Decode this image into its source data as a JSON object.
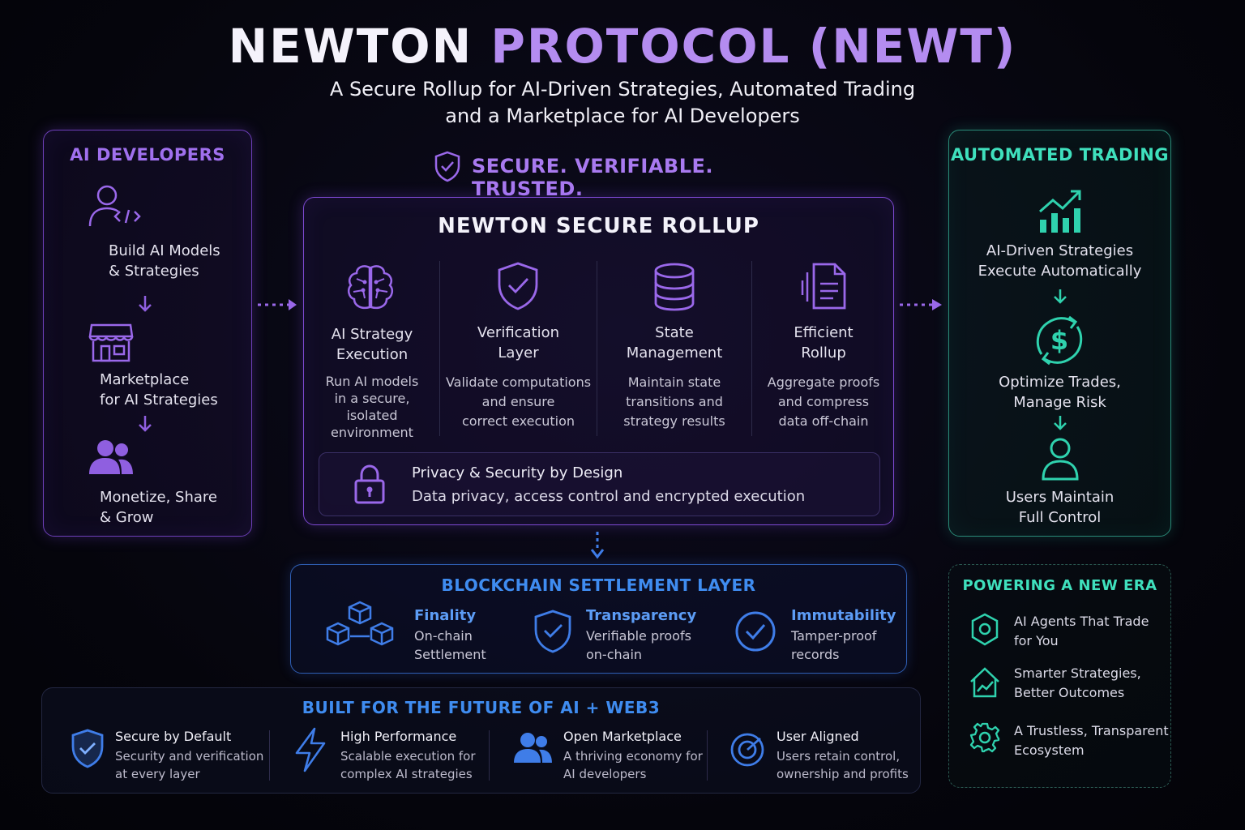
{
  "header": {
    "title_white": "NEWTON",
    "title_purple": "PROTOCOL (NEWT)",
    "subtitle_line1": "A Secure Rollup for AI-Driven Strategies, Automated Trading",
    "subtitle_line2": "and a Marketplace for AI Developers"
  },
  "tagline": "SECURE. VERIFIABLE. TRUSTED.",
  "ai_developers": {
    "heading": "AI DEVELOPERS",
    "steps": [
      {
        "line1": "Build AI Models",
        "line2": "& Strategies",
        "icon": "developer-code-icon"
      },
      {
        "line1": "Marketplace",
        "line2": "for AI Strategies",
        "icon": "storefront-icon"
      },
      {
        "line1": "Monetize, Share",
        "line2": "& Grow",
        "icon": "users-icon"
      }
    ]
  },
  "rollup": {
    "heading": "NEWTON SECURE ROLLUP",
    "columns": [
      {
        "title1": "AI Strategy",
        "title2": "Execution",
        "desc": [
          "Run AI models",
          "in a secure,",
          "isolated",
          "environment"
        ],
        "icon": "brain-icon"
      },
      {
        "title1": "Verification",
        "title2": "Layer",
        "desc": [
          "Validate computations",
          "and ensure",
          "correct execution"
        ],
        "icon": "shield-check-icon"
      },
      {
        "title1": "State",
        "title2": "Management",
        "desc": [
          "Maintain state",
          "transitions and",
          "strategy results"
        ],
        "icon": "database-icon"
      },
      {
        "title1": "Efficient",
        "title2": "Rollup",
        "desc": [
          "Aggregate proofs",
          "and compress",
          "data off-chain"
        ],
        "icon": "document-stack-icon"
      }
    ],
    "privacy": {
      "title": "Privacy & Security by Design",
      "desc": "Data privacy, access control and encrypted execution",
      "icon": "lock-icon"
    }
  },
  "automated_trading": {
    "heading": "AUTOMATED TRADING",
    "steps": [
      {
        "line1": "AI-Driven Strategies",
        "line2": "Execute Automatically",
        "icon": "growth-chart-icon"
      },
      {
        "line1": "Optimize Trades,",
        "line2": "Manage Risk",
        "icon": "dollar-cycle-icon"
      },
      {
        "line1": "Users Maintain",
        "line2": "Full Control",
        "icon": "user-icon"
      }
    ]
  },
  "settlement": {
    "heading": "BLOCKCHAIN SETTLEMENT LAYER",
    "items": [
      {
        "title": "Finality",
        "line1": "On-chain",
        "line2": "Settlement",
        "icon": "blocks-icon"
      },
      {
        "title": "Transparency",
        "line1": "Verifiable proofs",
        "line2": "on-chain",
        "icon": "shield-check-icon"
      },
      {
        "title": "Immutability",
        "line1": "Tamper-proof",
        "line2": "records",
        "icon": "check-circle-icon"
      }
    ]
  },
  "future": {
    "heading": "BUILT FOR THE FUTURE OF AI + WEB3",
    "items": [
      {
        "title": "Secure by Default",
        "line1": "Security and verification",
        "line2": "at every layer",
        "icon": "shield-check-icon"
      },
      {
        "title": "High Performance",
        "line1": "Scalable execution for",
        "line2": "complex AI strategies",
        "icon": "lightning-icon"
      },
      {
        "title": "Open Marketplace",
        "line1": "A thriving economy for",
        "line2": "AI developers",
        "icon": "users-icon"
      },
      {
        "title": "User Aligned",
        "line1": "Users retain control,",
        "line2": "ownership and profits",
        "icon": "target-icon"
      }
    ]
  },
  "new_era": {
    "heading": "POWERING A NEW ERA",
    "items": [
      {
        "line1": "AI Agents That Trade",
        "line2": "for You",
        "icon": "agent-icon"
      },
      {
        "line1": "Smarter Strategies,",
        "line2": "Better Outcomes",
        "icon": "house-chart-icon"
      },
      {
        "line1": "A Trustless, Transparent",
        "line2": "Ecosystem",
        "icon": "gear-icon"
      }
    ]
  },
  "colors": {
    "purple": "#a070ee",
    "green": "#3fe0bd",
    "blue": "#3f8cf0",
    "background": "#05050c"
  }
}
